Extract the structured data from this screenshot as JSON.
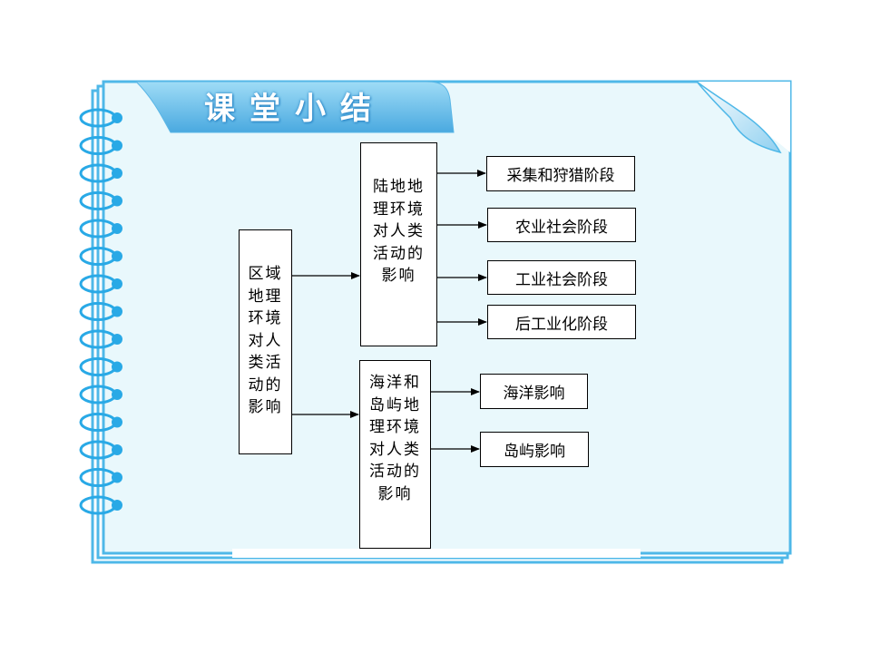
{
  "slide": {
    "title": "课堂小结",
    "colors": {
      "frame": "#4fb8e8",
      "panel": "#e9f8fc",
      "tab": "#7cc8ee",
      "spiral": "#29a9e6"
    }
  },
  "diagram": {
    "root": "区域\n地理\n环境\n对人\n类活\n动的\n影响",
    "branches": [
      {
        "label": "陆地地\n理环境\n对人类\n活动的\n影响",
        "children": [
          "采集和狩猎阶段",
          "农业社会阶段",
          "工业社会阶段",
          "后工业化阶段"
        ]
      },
      {
        "label": "海洋和\n岛屿地\n理环境\n对人类\n活动的\n影响",
        "children": [
          "海洋影响",
          "岛屿影响"
        ]
      }
    ]
  }
}
